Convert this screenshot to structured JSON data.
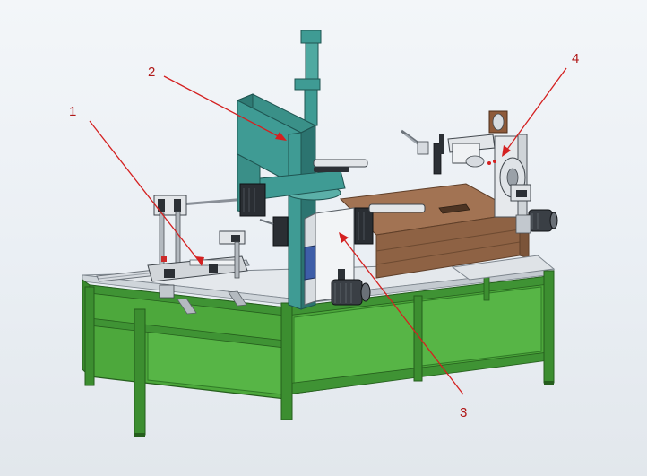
{
  "callouts": [
    {
      "number": "1",
      "target": "slide-table-assembly"
    },
    {
      "number": "2",
      "target": "press-frame-and-cylinder"
    },
    {
      "number": "3",
      "target": "conveyor-drive-unit"
    },
    {
      "number": "4",
      "target": "label-roll-unwinder"
    }
  ],
  "colors": {
    "frame": "#4da83c",
    "frame_dark": "#2f7a26",
    "teal": "#3f9b94",
    "teal_dark": "#2c7470",
    "wood": "#a27353",
    "wood_dark": "#7b5439",
    "steel": "#c9ced3",
    "callout": "#d42020"
  }
}
